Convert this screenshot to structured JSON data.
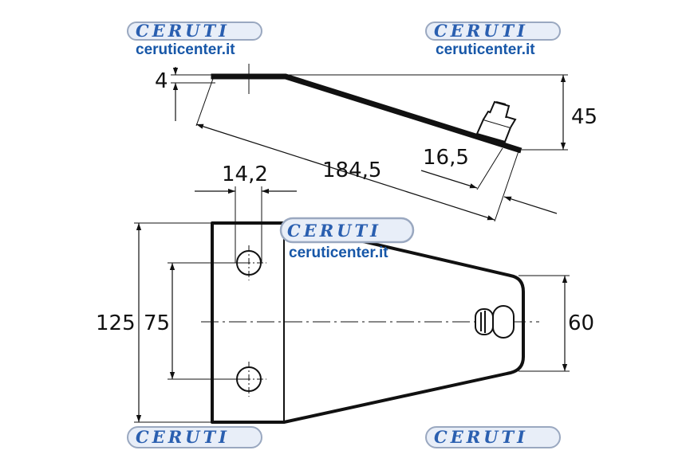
{
  "dimensions": {
    "thickness": "4",
    "height": "45",
    "length": "184,5",
    "pin_offset": "16,5",
    "slot_spacing": "14,2",
    "total_width": "125",
    "hole_spacing": "75",
    "end_width": "60"
  },
  "watermark": {
    "brand": "CERUTI",
    "url": "ceruticenter.it"
  },
  "colors": {
    "line": "#111111",
    "watermark_blue": "#1757a8",
    "watermark_badge": "#e8eef8"
  }
}
